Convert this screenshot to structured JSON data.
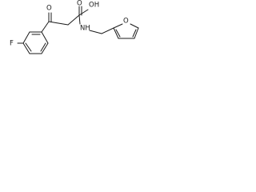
{
  "molecule": {
    "atoms": {
      "fluorine": "F",
      "ketone_oxygen": "O",
      "acid_oxygen": "O",
      "hydroxyl": "OH",
      "amine": "NH",
      "furan_oxygen": "O"
    }
  }
}
